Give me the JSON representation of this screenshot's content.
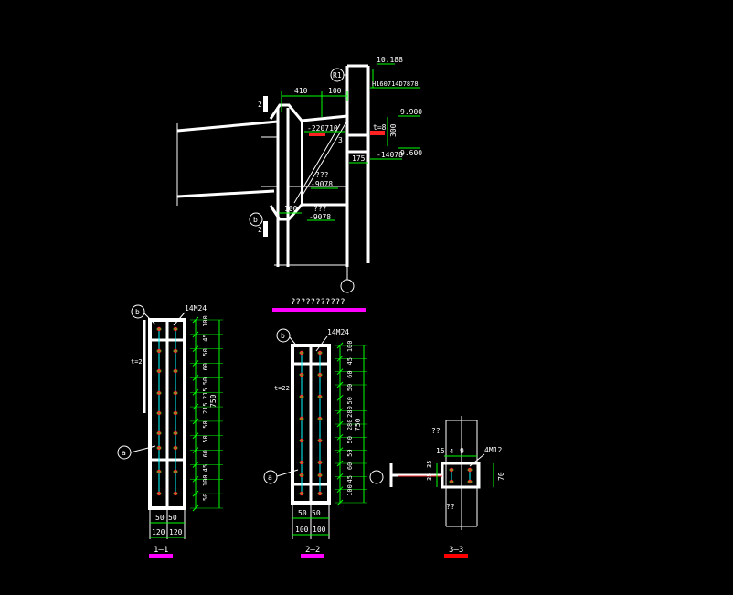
{
  "colors": {
    "background": "#000000",
    "steel": "#ffffff",
    "dimension": "#00ff00",
    "bolt": "#ff3333",
    "leader": "#00ffff",
    "section_underline": "#ff00ff",
    "section_underline_alt": "#ff0000"
  },
  "elevation": {
    "grid_top": "R1",
    "grid_bottom": "b",
    "beam_label": "H160714D7878",
    "level_top": "10.188",
    "level_mid": "9.900",
    "level_low": "9.600",
    "plate_t": "t=8",
    "mark": "3",
    "dims": [
      "410",
      "100",
      "300",
      "175",
      "100"
    ],
    "plate_a": "-220710",
    "plate_b": "-14078",
    "label_q1": "???",
    "plate_c": "-9078",
    "label_q2": "???",
    "plate_d": "-9078",
    "pin_a": "2",
    "pin_b": "2",
    "title": "???????????"
  },
  "section_1": {
    "title": "1—1",
    "bolts": "14M24",
    "grid_top": "b",
    "grid_bottom": "a",
    "plate": "t=22",
    "dims_v": [
      "100",
      "45",
      "50",
      "60",
      "50",
      "215",
      "215",
      "50",
      "50",
      "60",
      "45",
      "100",
      "50"
    ],
    "total": "750",
    "dims_h_inner": [
      "50",
      "50"
    ],
    "dims_h_outer": [
      "120",
      "120"
    ]
  },
  "section_2": {
    "title": "2—2",
    "bolts": "14M24",
    "grid_top": "b",
    "grid_bottom": "a",
    "plate": "t=22",
    "dims_v": [
      "100",
      "45",
      "60",
      "50",
      "50",
      "280",
      "280",
      "50",
      "50",
      "60",
      "45",
      "100"
    ],
    "total": "750",
    "dims_h_inner": [
      "50",
      "50"
    ],
    "dims_h_outer": [
      "100",
      "100"
    ]
  },
  "section_3": {
    "title": "3—3",
    "bolts": "4M12",
    "label_top": "??",
    "label_bottom": "??",
    "dims_h": [
      "15",
      "4",
      "9"
    ],
    "dims_v": [
      "35",
      "35"
    ],
    "height": "70"
  }
}
